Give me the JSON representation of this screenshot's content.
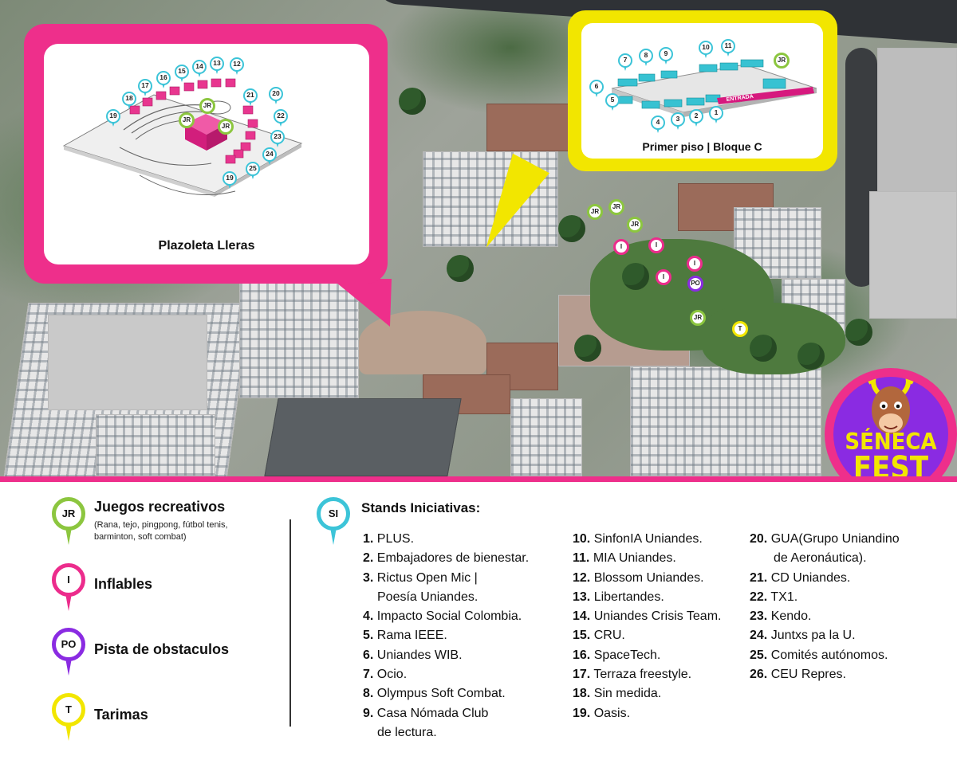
{
  "callouts": {
    "plaza": {
      "title": "Plazoleta Lleras"
    },
    "building": {
      "title": "Primer piso | Bloque C",
      "entrance_label": "ENTRADA"
    }
  },
  "plaza_pins": [
    "19",
    "18",
    "17",
    "16",
    "15",
    "14",
    "13",
    "12",
    "21",
    "20",
    "22",
    "23",
    "24",
    "25",
    "19"
  ],
  "plaza_jr_pins": [
    "JR",
    "JR",
    "JR"
  ],
  "building_pins": [
    "7",
    "8",
    "9",
    "10",
    "11",
    "6",
    "5",
    "4",
    "3",
    "2",
    "1"
  ],
  "building_jr_pin": "JR",
  "map_pins": {
    "jr": [
      "JR",
      "JR",
      "JR",
      "JR"
    ],
    "inflables": [
      "I",
      "I",
      "I",
      "I"
    ],
    "obstaculos": "PO",
    "tarima": "T"
  },
  "logo": {
    "line1": "SÉNECA",
    "line2": "FEST"
  },
  "legend": {
    "items": [
      {
        "code": "JR",
        "label": "Juegos recreativos",
        "sub": "(Rana, tejo, pingpong, fútbol tenis, barminton, soft combat)",
        "color": "#8cc63f"
      },
      {
        "code": "I",
        "label": "Inflables",
        "color": "#ec2c8c"
      },
      {
        "code": "PO",
        "label": "Pista de obstaculos",
        "color": "#8a2be2"
      },
      {
        "code": "T",
        "label": "Tarimas",
        "color": "#f2e600"
      }
    ],
    "si_code": "SI",
    "si_color": "#3cc4d8"
  },
  "stands": {
    "title": "Stands Iniciativas:",
    "col1": [
      {
        "num": "1.",
        "name": " PLUS."
      },
      {
        "num": "2.",
        "name": "Embajadores de bienestar."
      },
      {
        "num": "3.",
        "name": "Rictus Open Mic |",
        "cont": "Poesía Uniandes."
      },
      {
        "num": "4.",
        "name": "Impacto Social Colombia."
      },
      {
        "num": "5.",
        "name": "Rama IEEE."
      },
      {
        "num": "6.",
        "name": "Uniandes WIB."
      },
      {
        "num": "7.",
        "name": "Ocio."
      },
      {
        "num": "8.",
        "name": "Olympus Soft Combat."
      },
      {
        "num": "9.",
        "name": "Casa Nómada Club",
        "cont": "de lectura."
      }
    ],
    "col2": [
      {
        "num": "10.",
        "name": "SinfonIA Uniandes."
      },
      {
        "num": "11.",
        "name": "MIA Uniandes."
      },
      {
        "num": "12.",
        "name": "Blossom Uniandes."
      },
      {
        "num": "13.",
        "name": "Libertandes."
      },
      {
        "num": "14.",
        "name": "Uniandes Crisis Team."
      },
      {
        "num": "15.",
        "name": "CRU."
      },
      {
        "num": "16.",
        "name": "SpaceTech."
      },
      {
        "num": "17.",
        "name": "Terraza freestyle."
      },
      {
        "num": "18.",
        "name": "Sin medida."
      },
      {
        "num": "19.",
        "name": "Oasis."
      }
    ],
    "col3": [
      {
        "num": "20.",
        "name": "GUA(Grupo Uniandino",
        "cont": "de Aeronáutica)."
      },
      {
        "num": "21.",
        "name": "CD Uniandes."
      },
      {
        "num": "22.",
        "name": "TX1."
      },
      {
        "num": "23.",
        "name": "Kendo."
      },
      {
        "num": "24.",
        "name": "Juntxs pa la U."
      },
      {
        "num": "25.",
        "name": "Comités autónomos."
      },
      {
        "num": "26.",
        "name": "CEU Repres."
      }
    ]
  }
}
